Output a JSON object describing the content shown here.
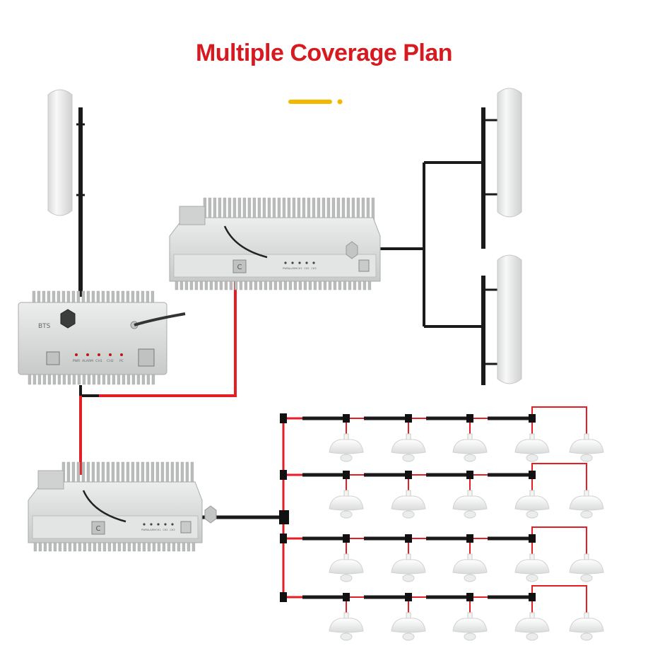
{
  "title": "Multiple Coverage Plan",
  "colors": {
    "title": "#d71920",
    "accent": "#f5b800",
    "feeder_cable": "#e41e25",
    "jumper_cable": "#1a1a1a",
    "device_body": "#d7d9d8",
    "device_fin": "#b9bcbb",
    "antenna_panel": "#e9ebea"
  },
  "bts_unit": {
    "brand_text": "BTS",
    "led_labels": [
      "PWR",
      "ALARM",
      "CH1",
      "CH2",
      "PC"
    ]
  },
  "repeater_top": {
    "led_labels": [
      "PWR",
      "ALARM",
      "CH1",
      "CH2",
      "CH3"
    ]
  },
  "repeater_bottom": {
    "led_labels": [
      "PWR",
      "ALARM",
      "CH1",
      "CH2",
      "CH3"
    ]
  },
  "donor_antennas": 1,
  "service_panel_antennas": 2,
  "ceiling_antenna_rows": 4,
  "ceiling_antennas_per_row": 5
}
